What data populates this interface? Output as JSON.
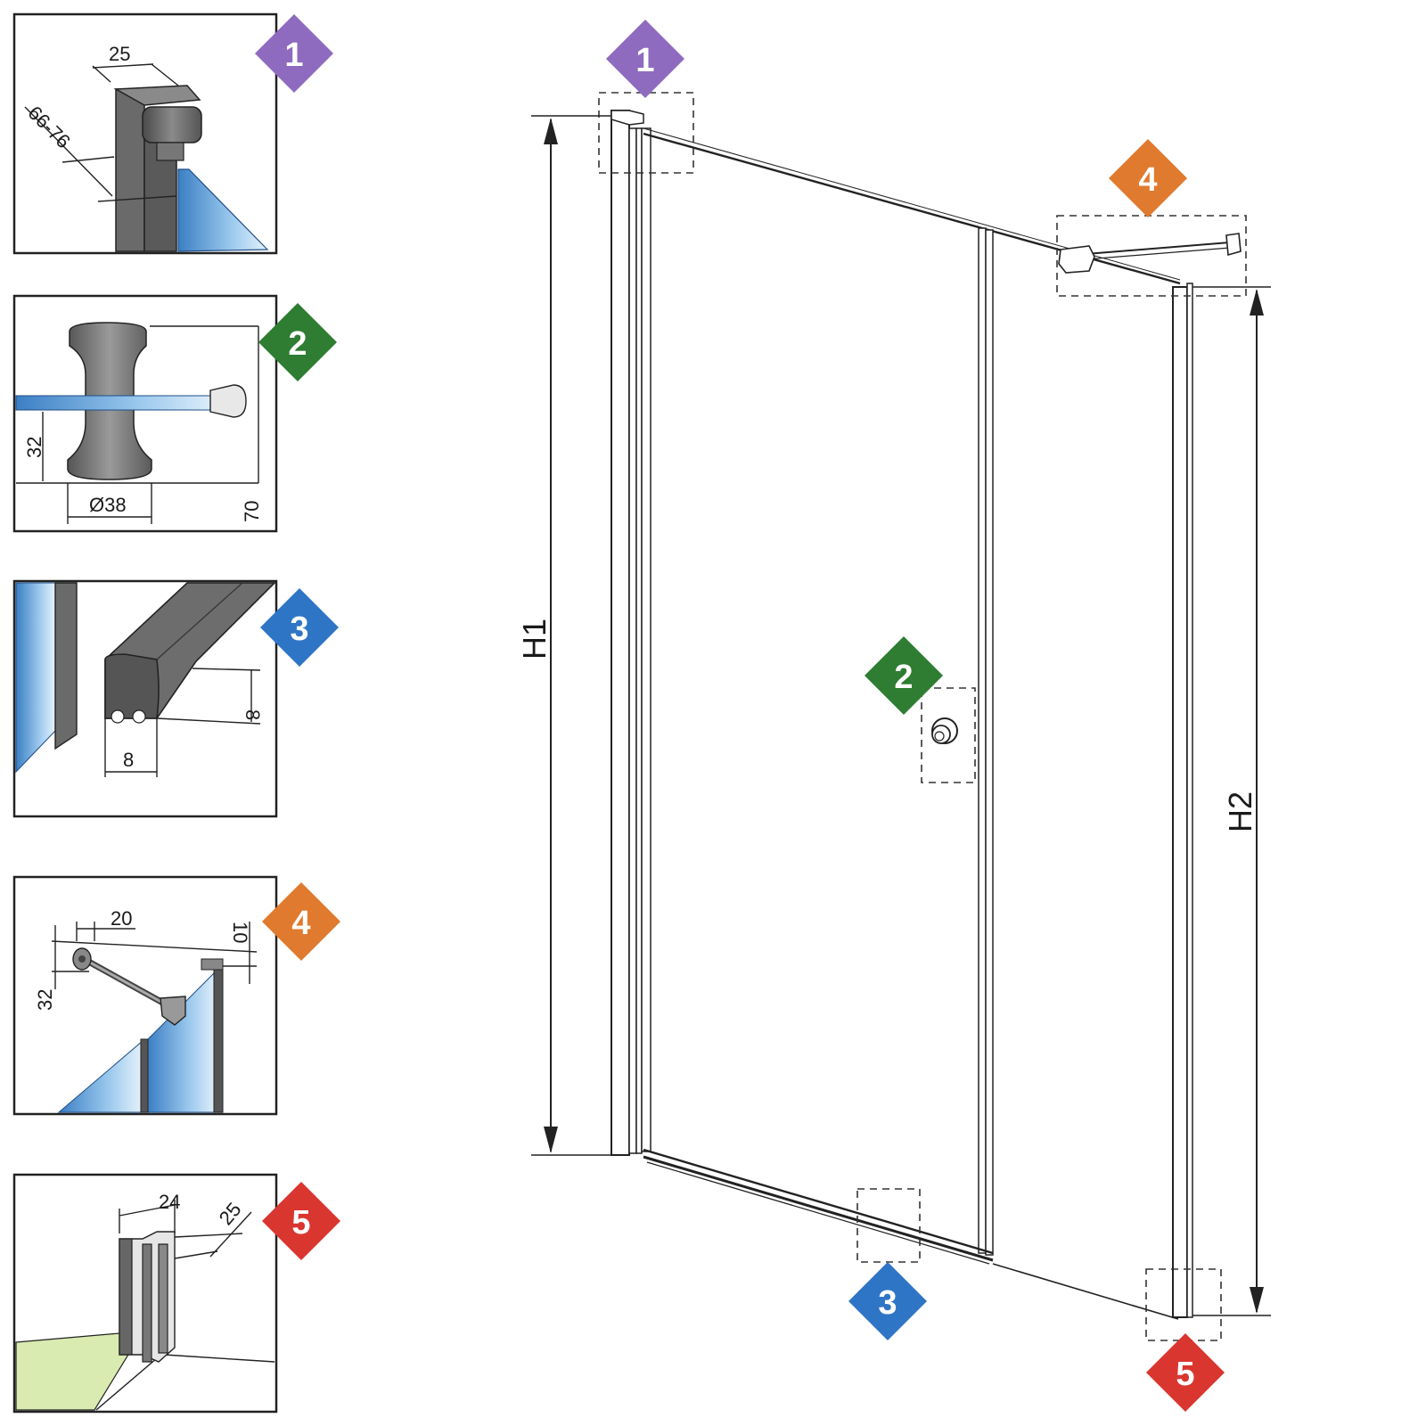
{
  "badges": {
    "b1": {
      "label": "1",
      "color": "#8e6bbf"
    },
    "b2": {
      "label": "2",
      "color": "#2e7d32"
    },
    "b3": {
      "label": "3",
      "color": "#2f75c5"
    },
    "b4": {
      "label": "4",
      "color": "#e07a2e"
    },
    "b5": {
      "label": "5",
      "color": "#d9362f"
    }
  },
  "details": {
    "d1": {
      "width": "25",
      "range": "66-76"
    },
    "d2": {
      "height_low": "32",
      "diameter": "Ø38",
      "height_total": "70"
    },
    "d3": {
      "height": "8",
      "width": "8"
    },
    "d4": {
      "offset": "20",
      "gap": "10",
      "height": "32"
    },
    "d5": {
      "width": "24",
      "depth": "25"
    }
  },
  "main": {
    "h1": "H1",
    "h2": "H2"
  }
}
